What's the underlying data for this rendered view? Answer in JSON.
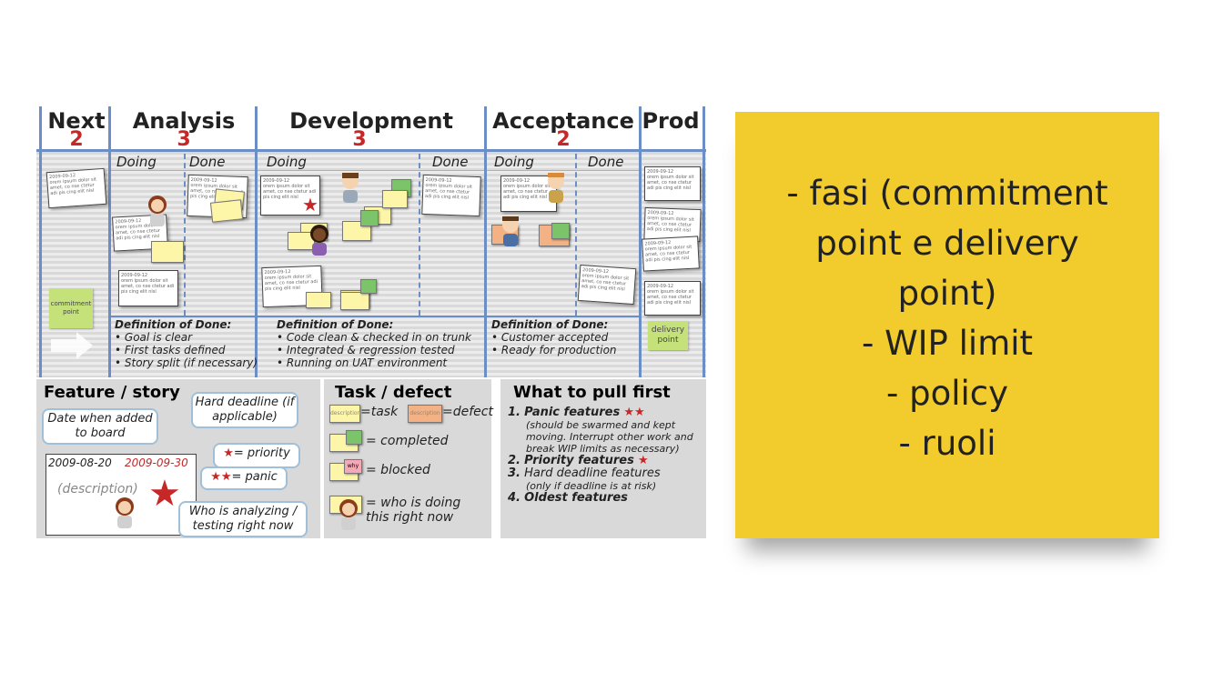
{
  "columns": [
    {
      "title": "Next",
      "wip": "2"
    },
    {
      "title": "Analysis",
      "wip": "3"
    },
    {
      "title": "Development",
      "wip": "3"
    },
    {
      "title": "Acceptance",
      "wip": "2"
    },
    {
      "title": "Prod",
      "wip": ""
    }
  ],
  "sub_labels": {
    "doing": "Doing",
    "done": "Done"
  },
  "markers": {
    "commitment": "commitment point",
    "delivery": "delivery point"
  },
  "dod": {
    "analysis": {
      "title": "Definition of Done:",
      "items": [
        "• Goal is clear",
        "• First tasks defined",
        "• Story split (if necessary)"
      ]
    },
    "development": {
      "title": "Definition of Done:",
      "items": [
        "• Code clean & checked in on trunk",
        "• Integrated & regression tested",
        "• Running on UAT environment"
      ]
    },
    "acceptance": {
      "title": "Definition of Done:",
      "items": [
        "• Customer accepted",
        "• Ready for production"
      ]
    }
  },
  "feature_story": {
    "title": "Feature / story",
    "date_when": "Date when added to board",
    "hard_deadline": "Hard deadline (if applicable)",
    "date_added": "2009-08-20",
    "date_deadline": "2009-09-30",
    "description": "(description)",
    "priority": "= priority",
    "panic": "= panic",
    "who_analyzing": "Who is analyzing / testing right now"
  },
  "task_defect": {
    "title": "Task / defect",
    "task": "=task",
    "defect": "=defect",
    "completed": "= completed",
    "blocked": "= blocked",
    "who_doing": "= who is doing this right now",
    "task_chip": "description",
    "defect_chip": "description",
    "why_chip": "why"
  },
  "pull_first": {
    "title": "What to pull first",
    "items": [
      {
        "num": "1.",
        "label": "Panic features",
        "note": "(should be swarmed and kept moving. Interrupt other work and break WIP limits as necessary)"
      },
      {
        "num": "2.",
        "label": "Priority features",
        "note": ""
      },
      {
        "num": "3.",
        "label": "Hard deadline features",
        "note": "(only if deadline is at risk)"
      },
      {
        "num": "4.",
        "label": "Oldest features",
        "note": ""
      }
    ]
  },
  "card_text": {
    "date": "2009-09-12",
    "body": "orem ipsum dolor sit amet, co nse ctetur adi pis cing elit nisl"
  },
  "note": {
    "lines": [
      "- fasi (commitment",
      "point e delivery",
      "point)",
      "- WIP limit",
      "- policy",
      "- ruoli"
    ]
  },
  "colors": {
    "note": "#f2cc2c",
    "lines": "#6b8fc4",
    "wip": "#c62828",
    "marker": "#c5e27a"
  }
}
